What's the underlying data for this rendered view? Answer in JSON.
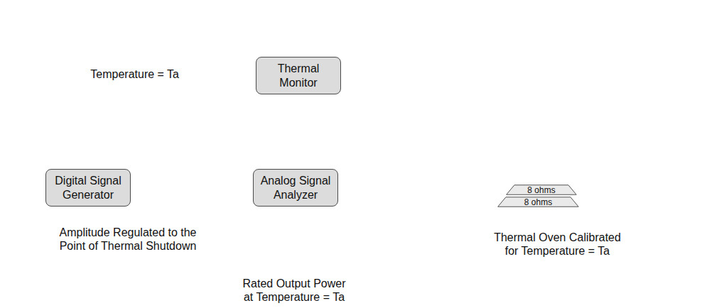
{
  "diagram": {
    "nodes": [
      {
        "text": [
          "Thermal Monitor"
        ]
      },
      {
        "text": [
          "Digital Signal Generator"
        ]
      },
      {
        "text": [
          "Analog Signal Analyzer"
        ]
      },
      {
        "text": [
          "Thermal Oven Calibrated for Temperature = Ta"
        ]
      },
      {
        "text": [
          "8 ohms"
        ],
        "in": 3
      },
      {
        "text": [
          "8 ohms"
        ],
        "in": 3
      }
    ],
    "edges": [
      {
        "from": 0,
        "to": 3,
        "arrow": "to"
      },
      {
        "from": 3,
        "to": 0,
        "arrow": "to"
      },
      {
        "from": 3,
        "to": 1,
        "arrow": "to"
      },
      {
        "from": 1,
        "to": 3,
        "arrow": "to"
      },
      {
        "from": 3,
        "to": 2,
        "arrow": "to"
      },
      {
        "from": 3,
        "to": 2,
        "arrow": "to"
      }
    ],
    "labels": [
      "Temperature = Ta",
      "Amplitude Regulated to the Point of Thermal Shutdown",
      "Rated Output Power at Temperature = Ta"
    ]
  }
}
